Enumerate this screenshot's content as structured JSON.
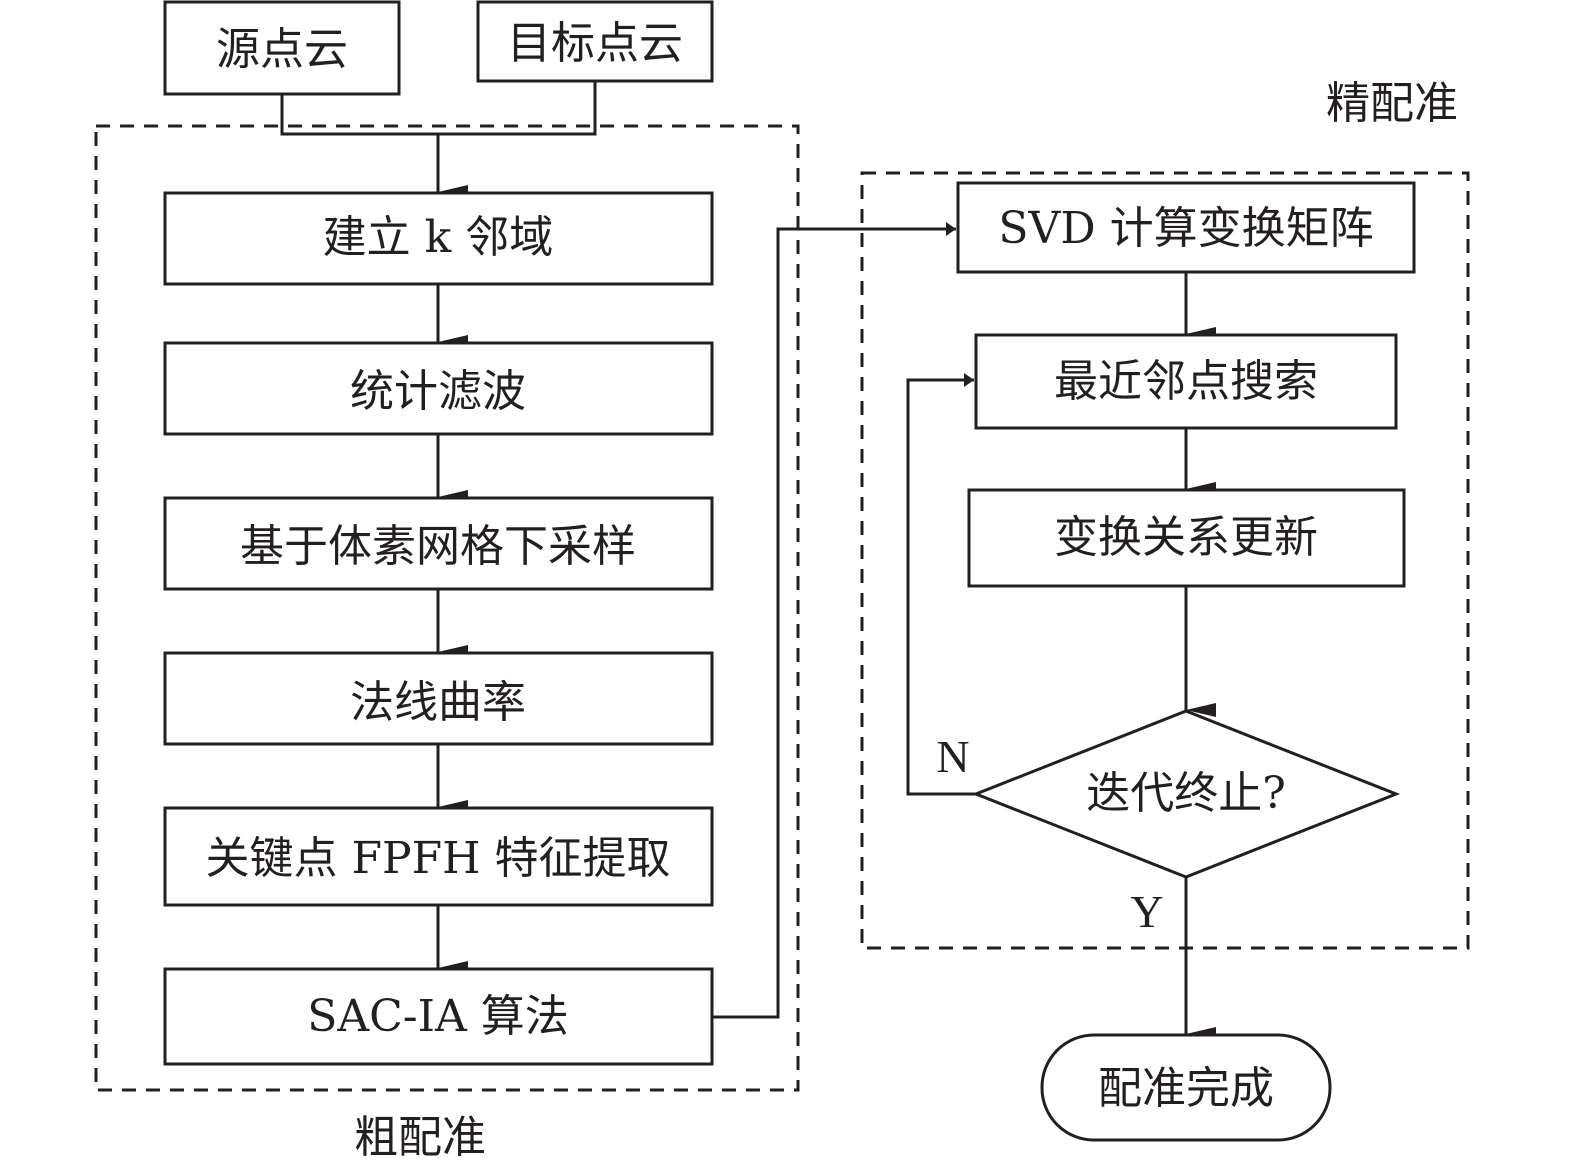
{
  "diagram": {
    "inputs": {
      "source": "源点云",
      "target": "目标点云"
    },
    "coarse": {
      "group_label": "粗配准",
      "steps": [
        "建立 k 邻域",
        "统计滤波",
        "基于体素网格下采样",
        "法线曲率",
        "关键点 FPFH 特征提取",
        "SAC-IA 算法"
      ]
    },
    "fine": {
      "group_label": "精配准",
      "steps": [
        "SVD 计算变换矩阵",
        "最近邻点搜索",
        "变换关系更新"
      ],
      "decision": "迭代终止?",
      "no_label": "N",
      "yes_label": "Y"
    },
    "end": "配准完成"
  }
}
